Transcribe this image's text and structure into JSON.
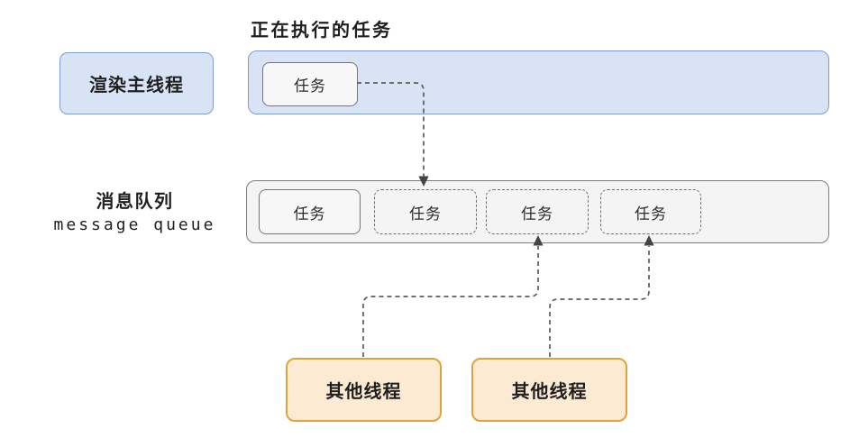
{
  "colors": {
    "blue_fill": "#d8e4f6",
    "blue_border": "#7d9cd3",
    "gray_fill": "#f4f4f5",
    "gray_border": "#7c7c7c",
    "chip_fill": "#f7f7f7",
    "chip_border": "#757575",
    "orange_fill": "#fcead2",
    "orange_border": "#dda43c",
    "dash": "#5c5c5c",
    "text": "#1f1f1f",
    "background": "#ffffff"
  },
  "title": "正在执行的任务",
  "render_thread": {
    "label": "渲染主线程"
  },
  "executing_track": {
    "task_label": "任务"
  },
  "message_queue": {
    "label_zh": "消息队列",
    "label_en": "message queue",
    "tasks": [
      {
        "label": "任务",
        "border": "solid"
      },
      {
        "label": "任务",
        "border": "dashed"
      },
      {
        "label": "任务",
        "border": "dashed"
      },
      {
        "label": "任务",
        "border": "dashed"
      }
    ]
  },
  "other_threads": [
    {
      "label": "其他线程"
    },
    {
      "label": "其他线程"
    }
  ]
}
